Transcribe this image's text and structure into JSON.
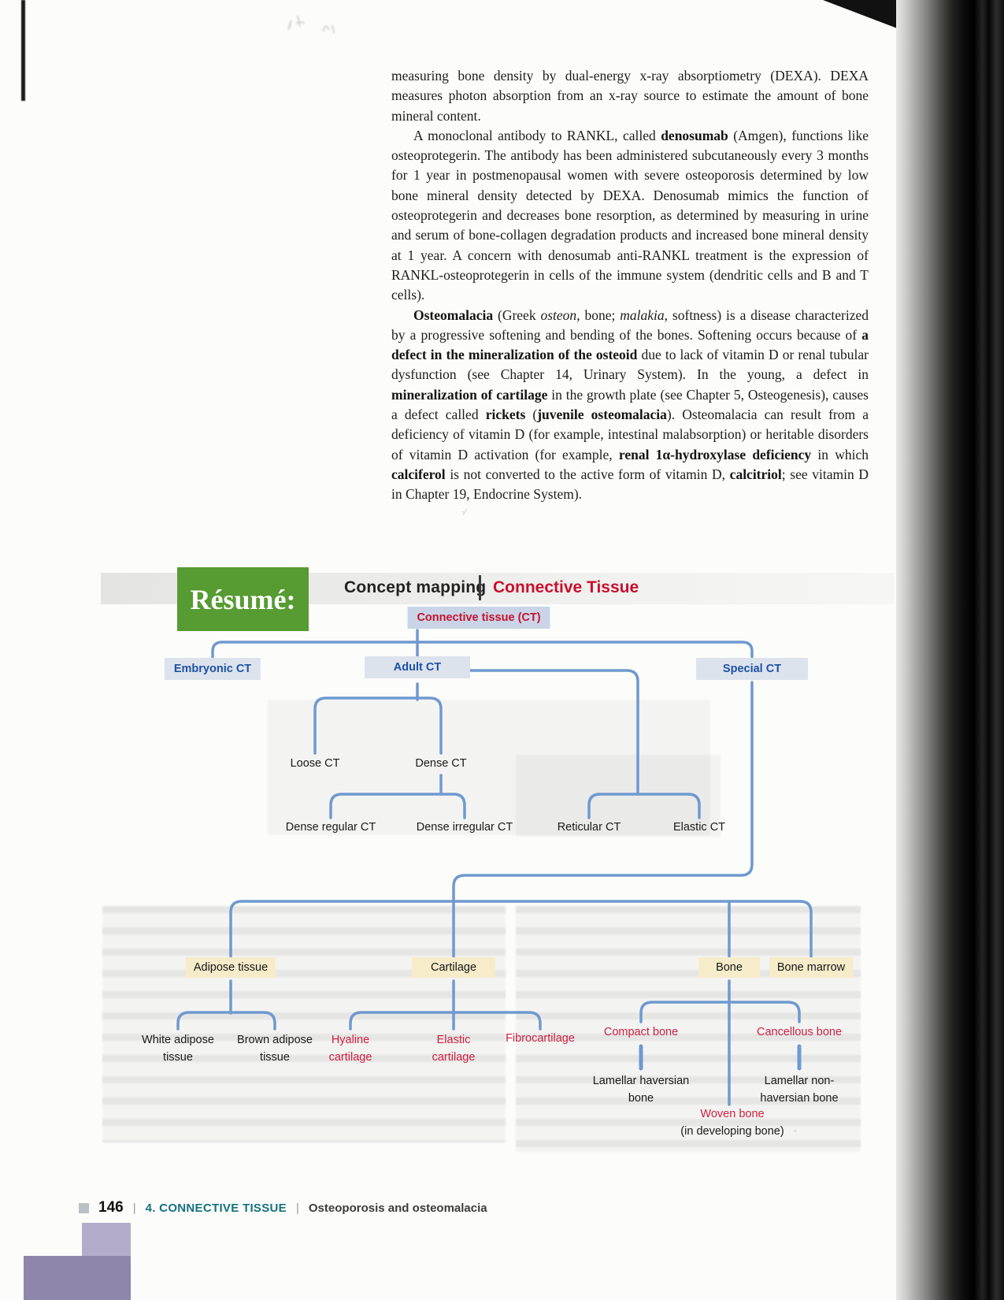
{
  "body_text": {
    "paragraphs": [
      {
        "indent": false,
        "segments": [
          {
            "t": "measuring bone density by dual-energy x-ray absorptiometry (DEXA). DEXA measures photon absorption from an x-ray source to estimate the amount of bone mineral content."
          }
        ]
      },
      {
        "indent": true,
        "segments": [
          {
            "t": "A monoclonal antibody to RANKL, called "
          },
          {
            "t": "denosumab",
            "b": 1
          },
          {
            "t": " (Amgen), functions like osteoprotegerin. The antibody has been administered subcutaneously every 3 months for 1 year in postmenopausal women with severe osteoporosis determined by low bone mineral density detected by DEXA. Denosumab mimics the function of osteoprotegerin and decreases bone resorption, as determined by measuring in urine and serum of bone-collagen degradation products and increased bone mineral density at 1 year. A concern with denosumab anti-RANKL treatment is the expression of RANKL-osteoprotegerin in cells of the immune system (dendritic cells and B and T cells)."
          }
        ]
      },
      {
        "indent": true,
        "segments": [
          {
            "t": "Osteomalacia",
            "b": 1
          },
          {
            "t": " (Greek "
          },
          {
            "t": "osteon",
            "i": 1
          },
          {
            "t": ", bone; "
          },
          {
            "t": "malakia",
            "i": 1
          },
          {
            "t": ", softness) is a disease characterized by a progressive softening and bending of the bones. Softening occurs because of "
          },
          {
            "t": "a defect in the mineralization of the osteoid",
            "b": 1
          },
          {
            "t": " due to lack of vitamin D or renal tubular dysfunction (see Chapter 14, Urinary System). In the young, a defect in "
          },
          {
            "t": "mineralization of cartilage",
            "b": 1
          },
          {
            "t": " in the growth plate (see Chapter 5, Osteogenesis), causes a defect called "
          },
          {
            "t": "rickets",
            "b": 1
          },
          {
            "t": " ("
          },
          {
            "t": "juvenile osteomalacia",
            "b": 1
          },
          {
            "t": "). Osteomalacia can result from a deficiency of vitamin D (for example, intestinal malabsorption) or heritable disorders of vitamin D activation (for example, "
          },
          {
            "t": "renal 1α-hydroxylase deficiency",
            "b": 1
          },
          {
            "t": " in which "
          },
          {
            "t": "calciferol",
            "b": 1
          },
          {
            "t": " is not converted to the active form of vitamin D, "
          },
          {
            "t": "calcitriol",
            "b": 1
          },
          {
            "t": "; see vitamin D in Chapter 19, Endocrine System)."
          }
        ]
      }
    ]
  },
  "concept_map": {
    "header": {
      "resume_label": "Résumé:",
      "title": "Concept mapping",
      "topic": "Connective Tissue"
    },
    "labels": {
      "root": "Connective tissue (CT)",
      "embryonic": "Embryonic CT",
      "adult": "Adult CT",
      "special": "Special CT",
      "loose": "Loose CT",
      "dense": "Dense CT",
      "dense_regular": "Dense regular CT",
      "dense_irregular": "Dense irregular CT",
      "reticular": "Reticular CT",
      "elastic": "Elastic CT",
      "adipose": "Adipose tissue",
      "cartilage": "Cartilage",
      "bone": "Bone",
      "bone_marrow": "Bone marrow",
      "white_adipose": "White adipose tissue",
      "brown_adipose": "Brown adipose tissue",
      "hyaline": "Hyaline cartilage",
      "elastic_cartilage": "Elastic cartilage",
      "fibrocartilage": "Fibrocartilage",
      "compact_bone": "Compact bone",
      "cancellous_bone": "Cancellous bone",
      "lamellar_haversian": "Lamellar haversian bone",
      "lamellar_non_haversian": "Lamellar non-haversian bone",
      "woven_bone": "Woven bone",
      "woven_bone_note": "(in developing bone)"
    },
    "colors": {
      "badge_green": "#579b33",
      "heading_red": "#c8102e",
      "node_blue_text": "#1d51a5",
      "node_box_blue": "#c9d5e7",
      "node_box_gray_blue": "#dde3ec",
      "category_box_cream": "#f6ecca",
      "leaf_red": "#cf1e3e",
      "connector_blue": "#6f99cf"
    }
  },
  "footer": {
    "page_number": "146",
    "separator": "|",
    "chapter": "4. CONNECTIVE TISSUE",
    "section": "Osteoporosis and osteomalacia"
  }
}
